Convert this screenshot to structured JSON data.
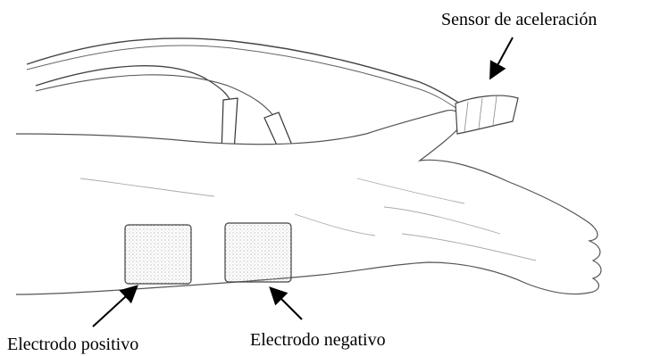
{
  "labels": {
    "sensor": "Sensor de aceleración",
    "electrode_positive": "Electrodo positivo",
    "electrode_negative": "Electrodo negativo"
  },
  "colors": {
    "ink": "#222222",
    "light_ink": "#8a8a8a",
    "background": "#ffffff"
  }
}
